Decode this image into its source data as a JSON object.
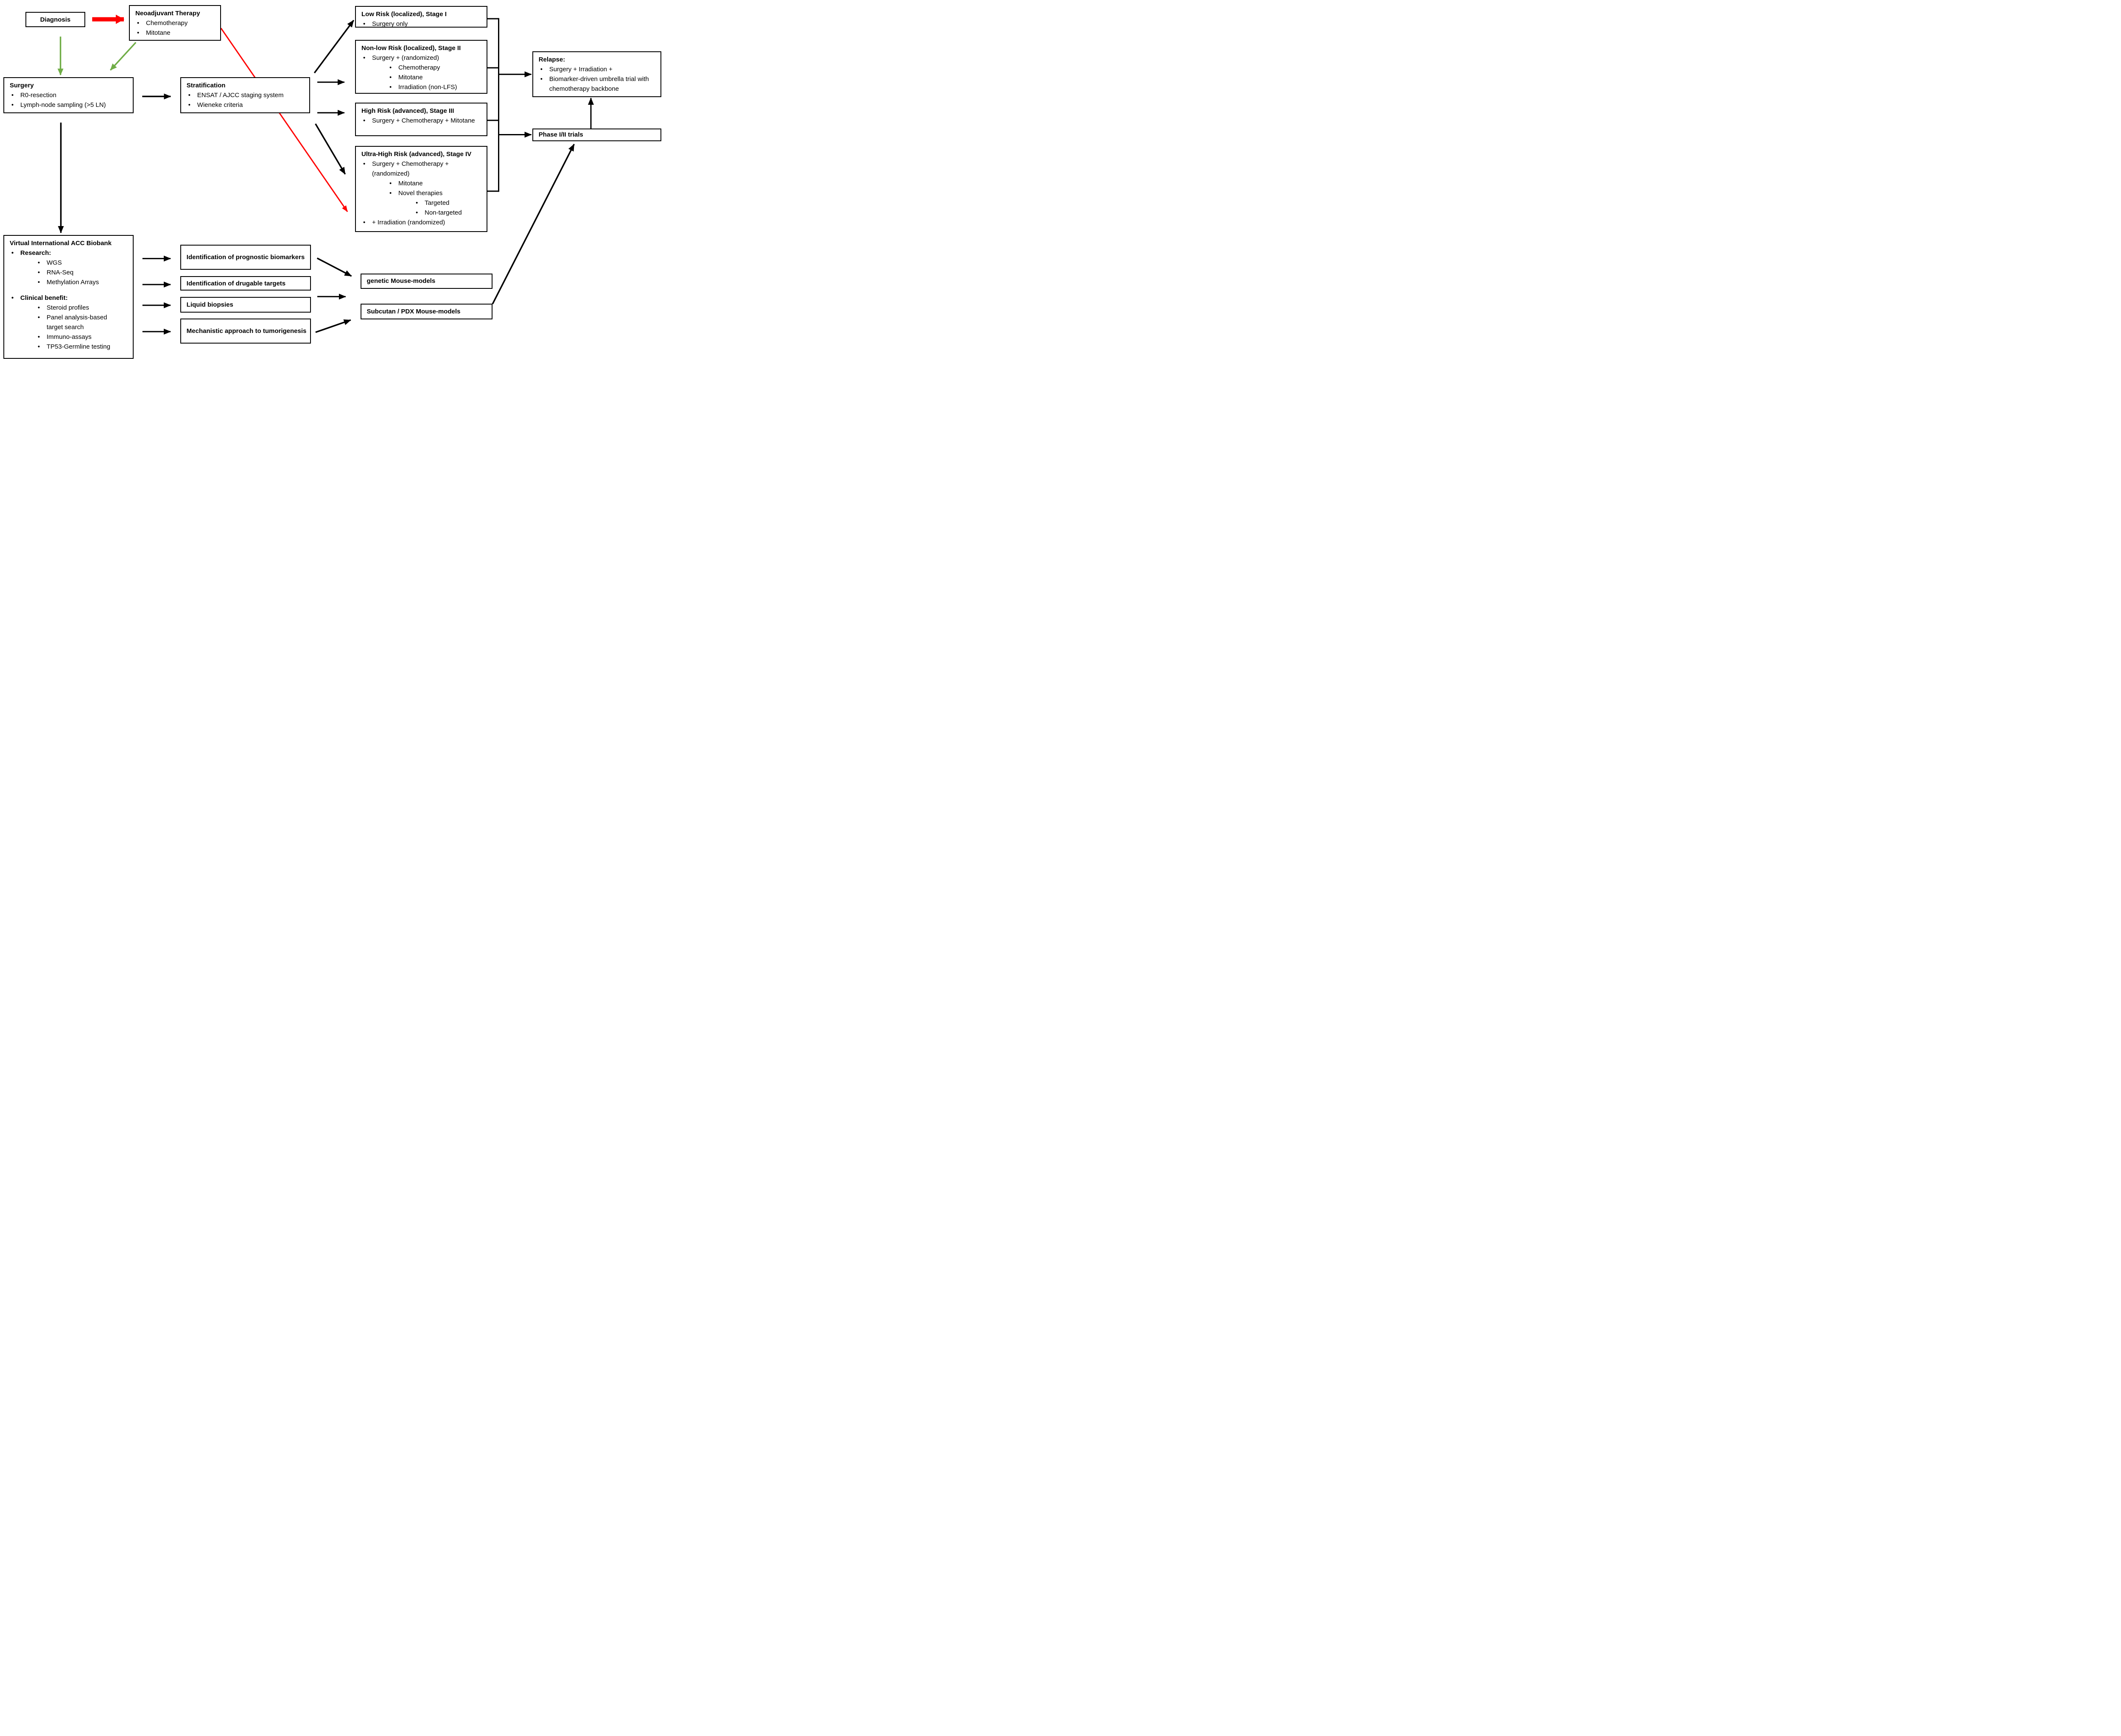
{
  "page": {
    "background": "#FFFFFF"
  },
  "colors": {
    "arrow-black": "#000000",
    "arrow-red": "#FF0000",
    "arrow-green": "#70AD47",
    "box-border": "#000000",
    "box-bg": "#FFFFFF",
    "text": "#000000"
  },
  "boxes": {
    "diagnosis": {
      "title": "Diagnosis"
    },
    "neoadjuvant": {
      "title": "Neoadjuvant Therapy",
      "items": [
        "Chemotherapy",
        "Mitotane"
      ]
    },
    "surgery": {
      "title": "Surgery",
      "items": [
        "R0-resection",
        "Lymph-node sampling (>5 LN)"
      ]
    },
    "stratification": {
      "title": "Stratification",
      "items": [
        "ENSAT / AJCC staging system",
        "Wieneke criteria"
      ]
    },
    "low_risk": {
      "title": "Low Risk (localized), Stage I",
      "items": [
        "Surgery only"
      ]
    },
    "non_low_risk": {
      "title": "Non-low Risk (localized), Stage II",
      "items": [
        "Surgery + (randomized)",
        "Chemotherapy",
        "Mitotane",
        "Irradiation (non-LFS)"
      ]
    },
    "high_risk": {
      "title": "High Risk (advanced), Stage III",
      "items": [
        "Surgery + Chemotherapy + Mitotane"
      ]
    },
    "ultra_high_risk": {
      "title": "Ultra-High Risk (advanced), Stage IV",
      "items": [
        "Surgery + Chemotherapy +(randomized)",
        "Mitotane",
        "Novel therapies",
        "Targeted",
        "Non-targeted",
        "+ Irradiation (randomized)"
      ]
    },
    "relapse": {
      "title": "Relapse:",
      "items": [
        "Surgery + Irradiation +",
        "Biomarker-driven umbrella trial with chemotherapy backbone"
      ]
    },
    "phase_trials": {
      "title": "Phase I/II trials"
    },
    "biobank": {
      "title": "Virtual International ACC Biobank",
      "items": [
        "Research:",
        "WGS",
        "RNA-Seq",
        "Methylation Arrays",
        "Clinical benefit:",
        "Steroid profiles",
        "Panel analysis-based target search",
        "Immuno-assays",
        "TP53-Germline testing"
      ]
    },
    "prognostic_biomarkers": {
      "title": "Identification of prognostic biomarkers"
    },
    "drugable_targets": {
      "title": "Identification of drugable targets"
    },
    "liquid_biopsies": {
      "title": "Liquid biopsies"
    },
    "mechanistic_approach": {
      "title": "Mechanistic approach to tumorigenesis"
    },
    "genetic_mouse_models": {
      "title": "genetic Mouse-models"
    },
    "subcutan_pdx_mouse_models": {
      "title": "Subcutan / PDX Mouse-models"
    }
  }
}
